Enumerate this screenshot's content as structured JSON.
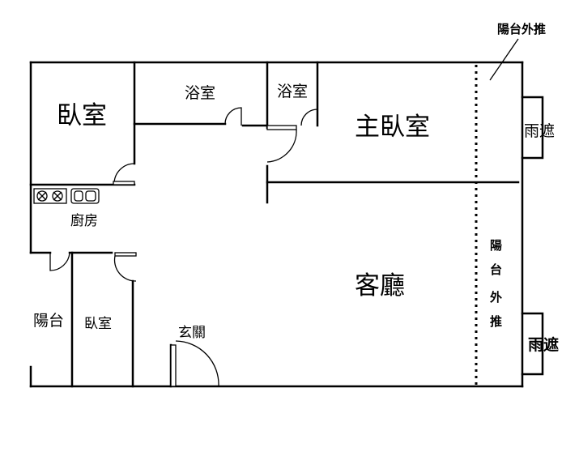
{
  "rooms": {
    "bedroom_top_left": "臥室",
    "bathroom_1": "浴室",
    "bathroom_2": "浴室",
    "master_bedroom": "主臥室",
    "kitchen": "廚房",
    "living_room": "客廳",
    "balcony_left": "陽台",
    "bedroom_bottom": "臥室",
    "entrance": "玄關"
  },
  "annotations": {
    "balcony_extend_top": "陽台外推",
    "balcony_extend_vertical": [
      "陽",
      "台",
      "外",
      "推"
    ],
    "awning_top": "雨遮",
    "awning_bottom": "雨遮"
  }
}
